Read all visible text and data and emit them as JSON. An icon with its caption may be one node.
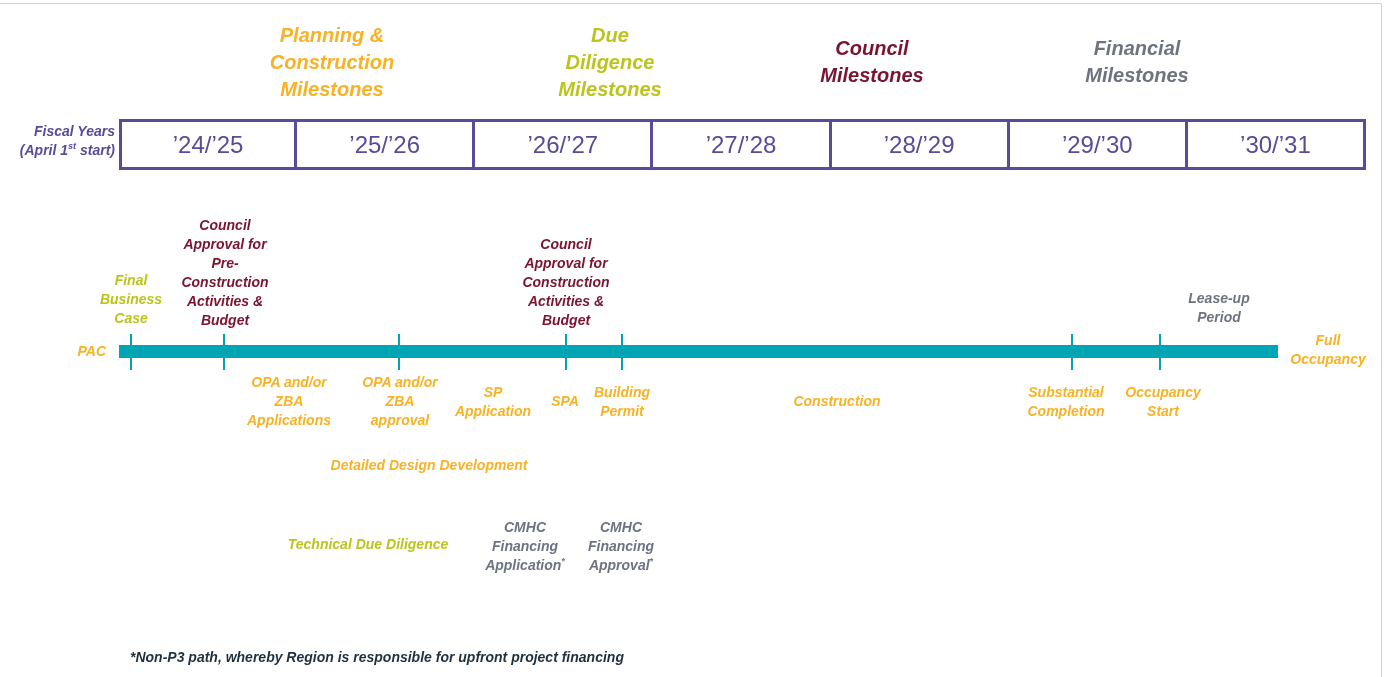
{
  "diagram": {
    "nodes": [
      {
        "text": [
          "’24/’25"
        ]
      },
      {
        "text": [
          "’25/’26"
        ]
      },
      {
        "text": [
          "’26/’27"
        ]
      },
      {
        "text": [
          "’27/’28"
        ]
      },
      {
        "text": [
          "’28/’29"
        ]
      },
      {
        "text": [
          "’29/’30"
        ]
      },
      {
        "text": [
          "’30/’31"
        ]
      }
    ],
    "labels": [
      "Fiscal Years (April 1$^{st}$ start)",
      "Council Approval for Pre-Construction Activities & Budget",
      "Council Approval for Construction Activities & Budget",
      "Final Business Case",
      "Lease-up Period",
      "PAC",
      "Full Occupancy",
      "OPA and/or ZBA Applications",
      "OPA and/or ZBA approval",
      "SP Application",
      "SPA",
      "Building Permit",
      "Construction",
      "Substantial Completion",
      "Occupancy Start",
      "Detailed Design Development",
      "Technical Due Diligence",
      "CMHC Financing Application$^{*}$",
      "CMHC Financing Approval$^{*}$",
      "*Non-P3 path, whereby Region is responsible for upfront project financing"
    ],
    "legend": [
      {
        "text": "Planning & Construction Milestones",
        "color": "#f9b224"
      },
      {
        "text": "Due Diligence Milestones",
        "color": "#bcc41c"
      },
      {
        "text": "Council Milestones",
        "color": "#7a1431"
      },
      {
        "text": "Financial Milestones",
        "color": "#6d7480"
      }
    ]
  }
}
